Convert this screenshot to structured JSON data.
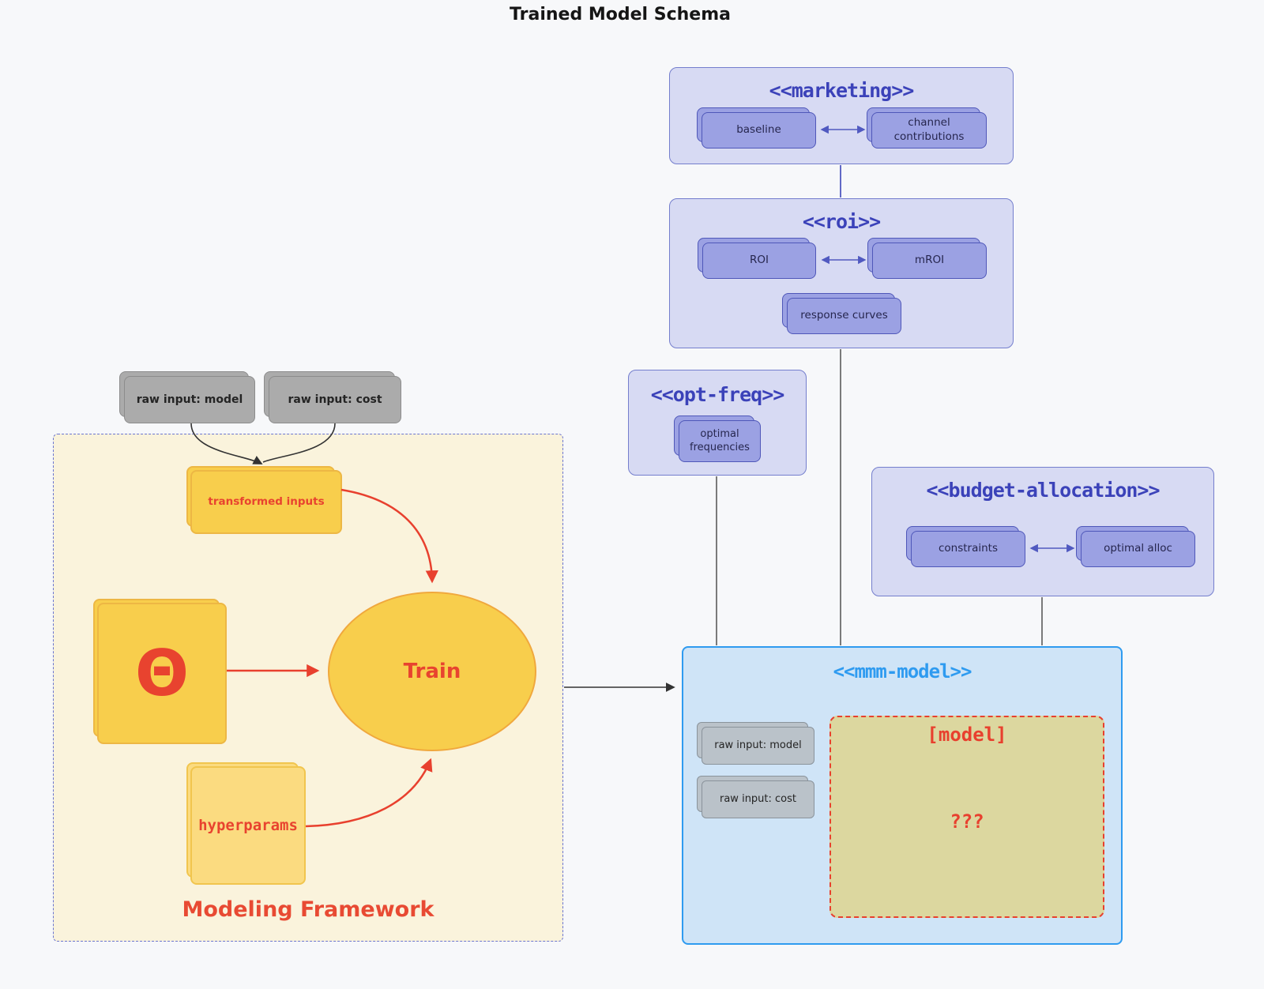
{
  "title": "Trained Model Schema",
  "external": {
    "raw_model": "raw input: model",
    "raw_cost": "raw input: cost"
  },
  "framework": {
    "label": "Modeling Framework",
    "transformed_inputs": "transformed inputs",
    "theta": "Θ",
    "train": "Train",
    "hyperparams": "hyperparams"
  },
  "marketing": {
    "stereotype": "<<marketing>>",
    "baseline": "baseline",
    "channel_contributions": "channel contributions"
  },
  "roi": {
    "stereotype": "<<roi>>",
    "roi": "ROI",
    "mroi": "mROI",
    "response_curves": "response curves"
  },
  "opt_freq": {
    "stereotype": "<<opt-freq>>",
    "optimal_frequencies": "optimal frequencies"
  },
  "budget_allocation": {
    "stereotype": "<<budget-allocation>>",
    "constraints": "constraints",
    "optimal_alloc": "optimal alloc"
  },
  "mmm_model": {
    "stereotype": "<<mmm-model>>",
    "raw_model": "raw input: model",
    "raw_cost": "raw input: cost",
    "model": "[model]",
    "unknown": "???"
  },
  "colors": {
    "indigo_title": "#3B42B9",
    "lavender_container": "#D7DAF3",
    "purple_node": "#9BA1E3",
    "blue_accent": "#2F9BF0",
    "light_blue_container": "#CFE4F7",
    "yellow_node": "#F8CE4C",
    "light_yellow_node": "#FBDB80",
    "cream_container": "#FAF3DC",
    "khaki_model_box": "#DCD79F",
    "red_accent": "#E8432F",
    "gray_node": "#ABABAB"
  }
}
